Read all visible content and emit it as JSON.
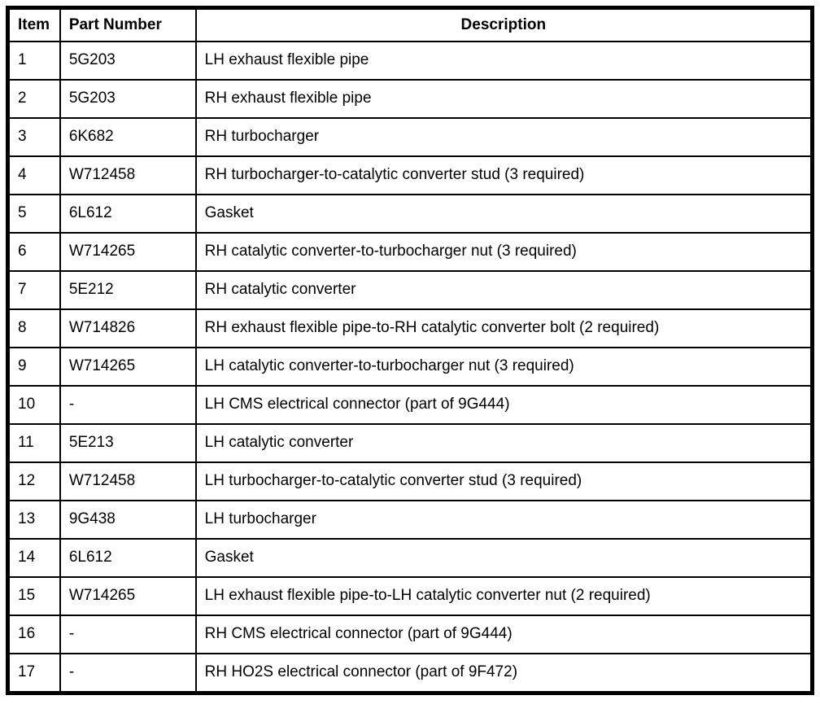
{
  "table": {
    "headers": [
      "Item",
      "Part Number",
      "Description"
    ],
    "rows": [
      {
        "item": "1",
        "part": "5G203",
        "description": "LH exhaust flexible pipe"
      },
      {
        "item": "2",
        "part": "5G203",
        "description": "RH exhaust flexible pipe"
      },
      {
        "item": "3",
        "part": "6K682",
        "description": "RH turbocharger"
      },
      {
        "item": "4",
        "part": "W712458",
        "description": "RH turbocharger-to-catalytic converter stud (3 required)"
      },
      {
        "item": "5",
        "part": "6L612",
        "description": "Gasket"
      },
      {
        "item": "6",
        "part": "W714265",
        "description": "RH catalytic converter-to-turbocharger nut (3 required)"
      },
      {
        "item": "7",
        "part": "5E212",
        "description": "RH catalytic converter"
      },
      {
        "item": "8",
        "part": "W714826",
        "description": "RH exhaust flexible pipe-to-RH catalytic converter bolt (2 required)"
      },
      {
        "item": "9",
        "part": "W714265",
        "description": "LH catalytic converter-to-turbocharger nut (3 required)"
      },
      {
        "item": "10",
        "part": "-",
        "description": "LH CMS electrical connector (part of 9G444)"
      },
      {
        "item": "11",
        "part": "5E213",
        "description": "LH catalytic converter"
      },
      {
        "item": "12",
        "part": "W712458",
        "description": "LH turbocharger-to-catalytic converter stud (3 required)"
      },
      {
        "item": "13",
        "part": "9G438",
        "description": "LH turbocharger"
      },
      {
        "item": "14",
        "part": "6L612",
        "description": "Gasket"
      },
      {
        "item": "15",
        "part": "W714265",
        "description": "LH exhaust flexible pipe-to-LH catalytic converter nut (2 required)"
      },
      {
        "item": "16",
        "part": "-",
        "description": "RH CMS electrical connector (part of 9G444)"
      },
      {
        "item": "17",
        "part": "-",
        "description": "RH HO2S electrical connector (part of 9F472)"
      }
    ],
    "colors": {
      "border": "#000000",
      "text": "#000000",
      "background": "#ffffff"
    }
  }
}
